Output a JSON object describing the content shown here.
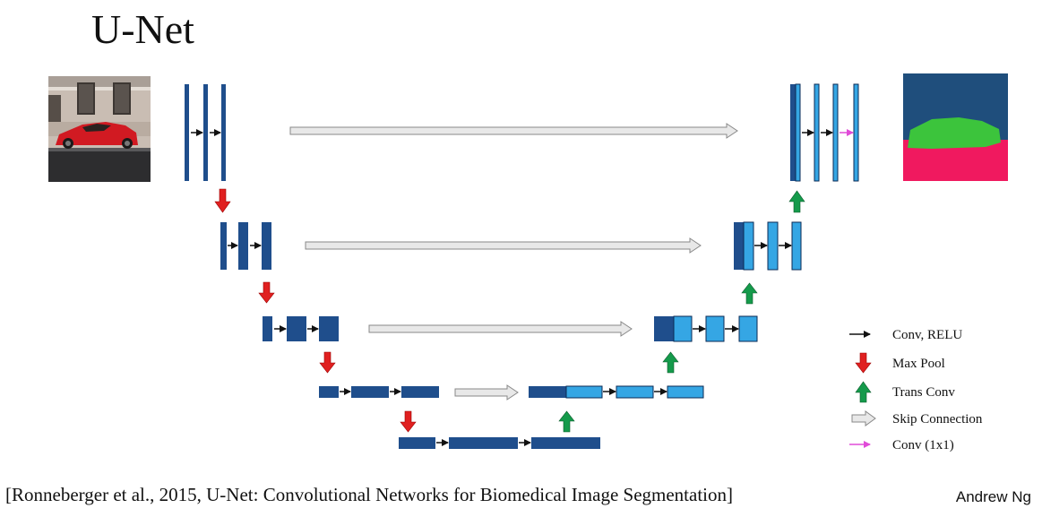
{
  "title": "U-Net",
  "legend": {
    "conv_relu": "Conv, RELU",
    "max_pool": "Max Pool",
    "trans_conv": "Trans Conv",
    "skip_connection": "Skip Connection",
    "conv_1x1": "Conv (1x1)"
  },
  "citation": "[Ronneberger et al., 2015, U-Net: Convolutional Networks for Biomedical Image Segmentation]",
  "author": "Andrew Ng",
  "colors": {
    "encoder_block": "#1f4e8c",
    "decoder_block": "#35a6e4",
    "max_pool_arrow": "#e02020",
    "trans_conv_arrow": "#159a4b",
    "skip_arrow_fill": "#e8e8e8",
    "skip_arrow_stroke": "#888888",
    "conv_1x1_arrow": "#e04bd8",
    "mask_background": "#1f4e7c",
    "mask_car": "#3cc43c",
    "mask_ground": "#f0195f"
  }
}
